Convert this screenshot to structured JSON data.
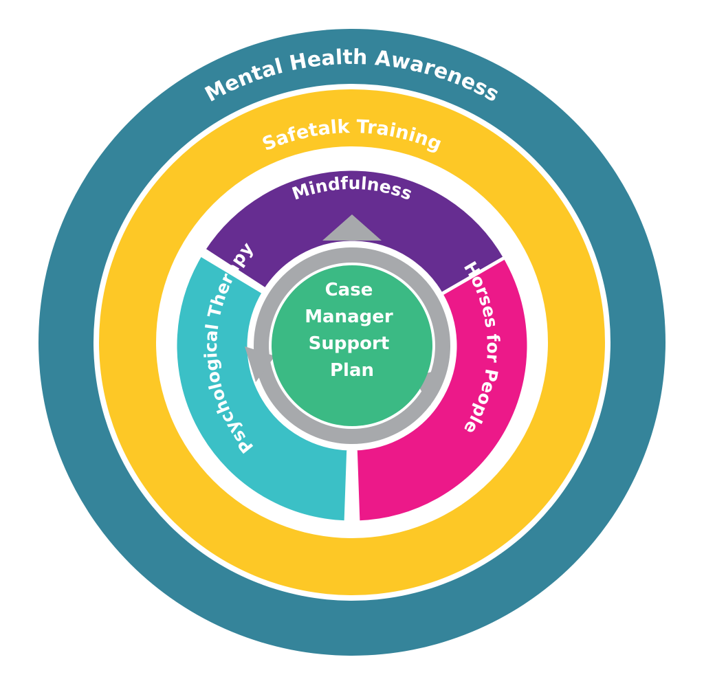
{
  "outer_ring": {
    "label": "Mental Health Awareness",
    "color": "#35849A"
  },
  "middle_ring": {
    "label": "Safetalk Training",
    "color": "#FDC826"
  },
  "segments": [
    {
      "label": "Mindfulness",
      "color": "#662D91"
    },
    {
      "label": "Horses for People",
      "color": "#EC1989"
    },
    {
      "label": "Psychological Therapy",
      "color": "#3BC0C6"
    }
  ],
  "center": {
    "lines": [
      "Case",
      "Manager",
      "Support",
      "Plan"
    ],
    "color": "#3BBA84"
  },
  "cycle_arrows": {
    "color": "#A7A9AC"
  }
}
